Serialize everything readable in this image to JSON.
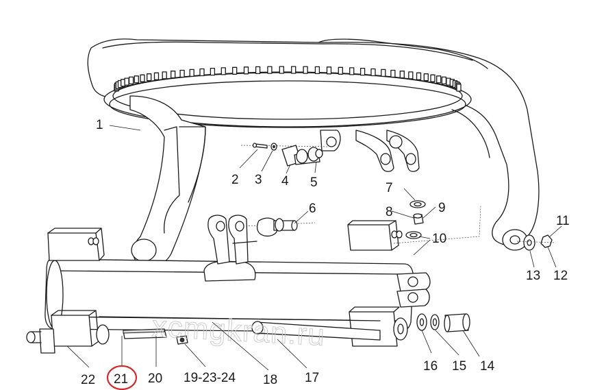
{
  "callouts": [
    "1",
    "2",
    "3",
    "4",
    "5",
    "6",
    "7",
    "8",
    "9",
    "10",
    "11",
    "12",
    "13",
    "14",
    "15",
    "16",
    "17",
    "18",
    "19-23-24",
    "20",
    "21",
    "22"
  ],
  "highlighted_callout": "21",
  "watermark": "xcmgkran.ru",
  "colors": {
    "line": "#1a1a1a",
    "highlight": "#d62828",
    "watermark": "#c8c8c8"
  }
}
